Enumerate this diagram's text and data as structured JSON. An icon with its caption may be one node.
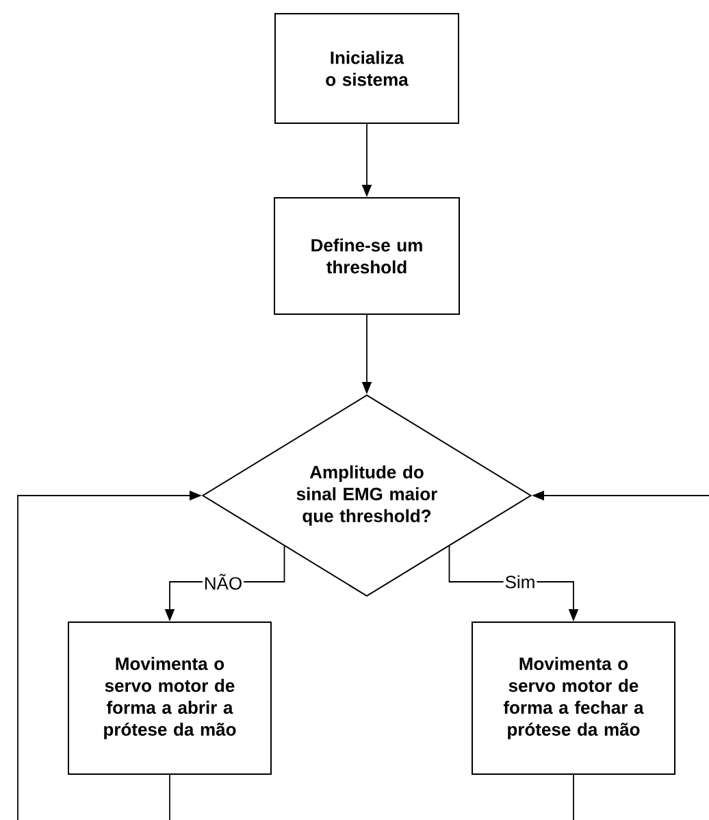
{
  "diagram": {
    "nodes": [
      {
        "text": [
          "Inicializa o sistema"
        ]
      },
      {
        "text": [
          "Define-se um threshold"
        ]
      },
      {
        "text": [
          "Amplitude do sinal EMG maior que threshold?"
        ]
      },
      {
        "text": [
          "Movimenta o servo motor de forma a abrir a prótese da mão"
        ]
      },
      {
        "text": [
          "Movimenta o servo motor de forma a fechar a prótese da mão"
        ]
      }
    ],
    "edges": [
      {
        "from": 0,
        "to": 1,
        "arrow": "to"
      },
      {
        "from": 1,
        "to": 2,
        "arrow": "to"
      },
      {
        "from": 2,
        "to": 3,
        "arrow": "to",
        "label": "NÃO"
      },
      {
        "from": 2,
        "to": 4,
        "arrow": "to",
        "label": "Sim"
      },
      {
        "from": 3,
        "to": null,
        "arrow": "none"
      },
      {
        "from": 4,
        "to": null,
        "arrow": "none"
      },
      {
        "from": null,
        "to": 2,
        "arrow": "to"
      },
      {
        "from": null,
        "to": 2,
        "arrow": "to"
      }
    ]
  }
}
